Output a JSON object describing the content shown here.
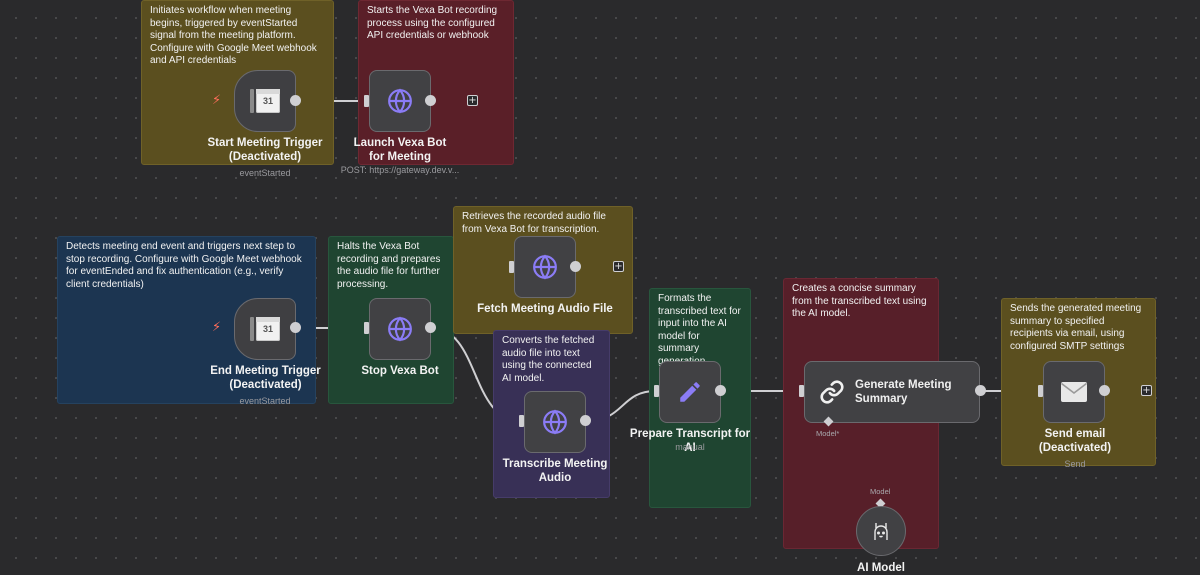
{
  "notes": {
    "start": "Initiates workflow when meeting begins, triggered by eventStarted signal from the meeting platform. Configure with Google Meet webhook and API credentials",
    "launch": "Starts the Vexa Bot recording process using the configured API credentials or webhook",
    "end": "Detects meeting end event and triggers next step to stop recording. Configure with Google Meet webhook for eventEnded and fix authentication (e.g., verify client credentials)",
    "stop": "Halts the Vexa Bot recording and prepares the audio file for further processing.",
    "fetch": "Retrieves the recorded audio file from Vexa Bot for transcription.",
    "transcribe": "Converts the fetched audio file into text using the connected AI model.",
    "prepare": "Formats the transcribed text for input into the AI model for summary generation.",
    "summary": "Creates a concise summary from the transcribed text using the AI model.",
    "email": "Sends the generated meeting summary to specified recipients via email, using configured SMTP settings"
  },
  "nodes": {
    "start_trigger": {
      "title": "Start Meeting Trigger (Deactivated)",
      "subtitle": "eventStarted",
      "icon": "google-calendar-icon",
      "icon_text": "31"
    },
    "launch_bot": {
      "title": "Launch Vexa Bot for Meeting",
      "subtitle": "POST: https://gateway.dev.v...",
      "icon": "globe-icon"
    },
    "end_trigger": {
      "title": "End Meeting Trigger (Deactivated)",
      "subtitle": "eventStarted",
      "icon": "google-calendar-icon",
      "icon_text": "31"
    },
    "stop_bot": {
      "title": "Stop Vexa Bot",
      "icon": "globe-icon"
    },
    "fetch_audio": {
      "title": "Fetch Meeting Audio File",
      "icon": "globe-icon"
    },
    "transcribe": {
      "title": "Transcribe Meeting Audio",
      "icon": "globe-icon"
    },
    "prepare": {
      "title": "Prepare Transcript for AI",
      "subtitle": "manual",
      "icon": "pencil-icon"
    },
    "generate": {
      "title": "Generate Meeting Summary",
      "icon": "chain-link-icon",
      "port_label": "Model*"
    },
    "send_email": {
      "title": "Send email (Deactivated)",
      "subtitle": "Send",
      "icon": "envelope-icon"
    },
    "ai_model": {
      "title": "AI Model",
      "port_label": "Model",
      "icon": "ollama-llama-icon"
    }
  },
  "colors": {
    "canvas": "#2a2a2c",
    "connection": "#cfcfd2",
    "trigger_bolt": "#ff6d5a",
    "globe": "#8b7cf6",
    "pencil": "#8b7cf6"
  }
}
